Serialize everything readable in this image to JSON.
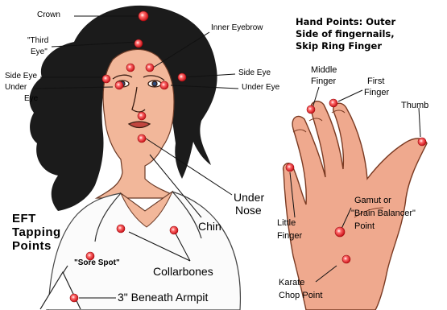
{
  "title": {
    "line1": "Hand Points: Outer",
    "line2": "Side of fingernails,",
    "line3": "Skip Ring Finger"
  },
  "heading": {
    "line1": "EFT",
    "line2": "Tapping",
    "line3": "Points"
  },
  "points": {
    "crown": "Crown",
    "third_eye_1": "\"Third",
    "third_eye_2": "Eye\"",
    "inner_eyebrow": "Inner Eyebrow",
    "side_eye_left": "Side Eye",
    "side_eye_right": "Side Eye",
    "under_eye_left_1": "Under",
    "under_eye_left_2": "Eye",
    "under_eye_right": "Under Eye",
    "under_nose_1": "Under",
    "under_nose_2": "Nose",
    "chin": "Chin",
    "collarbones": "Collarbones",
    "sore_spot": "\"Sore Spot\"",
    "beneath_armpit": "3\" Beneath Armpit",
    "middle_finger_1": "Middle",
    "middle_finger_2": "Finger",
    "first_finger_1": "First",
    "first_finger_2": "Finger",
    "thumb": "Thumb",
    "little_finger_1": "Little",
    "little_finger_2": "Finger",
    "gamut_1": "Gamut or",
    "gamut_2": "\"Brain Balancer\"",
    "gamut_3": "Point",
    "karate_1": "Karate",
    "karate_2": "Chop Point"
  },
  "colors": {
    "point": "#e8141c",
    "hair": "#1a1a1a",
    "skin": "#f2b79a",
    "hand": "#efa98e"
  }
}
